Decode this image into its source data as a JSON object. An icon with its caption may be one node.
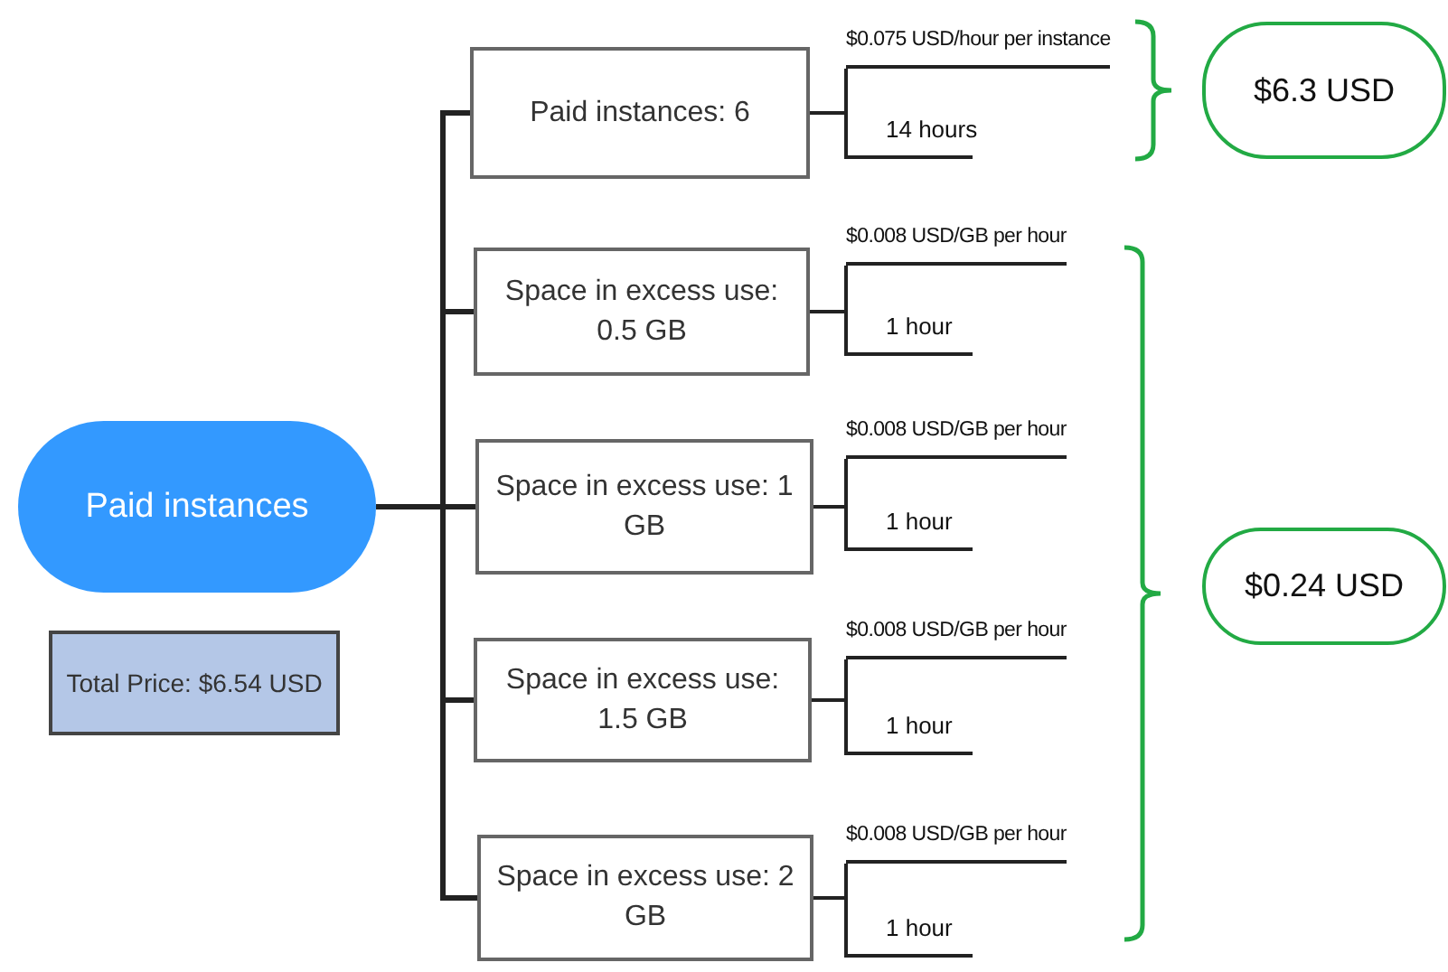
{
  "diagram": {
    "nodes": [
      {
        "text": [
          "Paid instances"
        ]
      },
      {
        "text": [
          "Total Price: $6.54 USD"
        ]
      },
      {
        "text": [
          "Paid instances: 6"
        ]
      },
      {
        "text": [
          "$0.075 USD/hour per instance"
        ]
      },
      {
        "text": [
          "14 hours"
        ]
      },
      {
        "text": [
          "$6.3 USD"
        ]
      },
      {
        "text": [
          "Space in excess use: 0.5 GB"
        ]
      },
      {
        "text": [
          "$0.008 USD/GB per hour"
        ]
      },
      {
        "text": [
          "1 hour"
        ]
      },
      {
        "text": [
          "Space in excess use: 1 GB"
        ]
      },
      {
        "text": [
          "$0.008 USD/GB per hour"
        ]
      },
      {
        "text": [
          "1 hour"
        ]
      },
      {
        "text": [
          "Space in excess use: 1.5 GB"
        ]
      },
      {
        "text": [
          "$0.008 USD/GB per hour"
        ]
      },
      {
        "text": [
          "1 hour"
        ]
      },
      {
        "text": [
          "Space in excess use: 2 GB"
        ]
      },
      {
        "text": [
          "$0.008 USD/GB per hour"
        ]
      },
      {
        "text": [
          "1 hour"
        ]
      },
      {
        "text": [
          "$0.24 USD"
        ]
      }
    ],
    "edges": [
      {
        "from": 0,
        "to": 2,
        "arrow": "none"
      },
      {
        "from": 0,
        "to": 6,
        "arrow": "none"
      },
      {
        "from": 0,
        "to": 9,
        "arrow": "none"
      },
      {
        "from": 0,
        "to": 12,
        "arrow": "none"
      },
      {
        "from": 0,
        "to": 15,
        "arrow": "none"
      },
      {
        "from": 2,
        "to": 3,
        "arrow": "none"
      },
      {
        "from": 2,
        "to": 4,
        "arrow": "none"
      },
      {
        "from": 6,
        "to": 7,
        "arrow": "none"
      },
      {
        "from": 6,
        "to": 8,
        "arrow": "none"
      },
      {
        "from": 9,
        "to": 10,
        "arrow": "none"
      },
      {
        "from": 9,
        "to": 11,
        "arrow": "none"
      },
      {
        "from": 12,
        "to": 13,
        "arrow": "none"
      },
      {
        "from": 12,
        "to": 14,
        "arrow": "none"
      },
      {
        "from": 15,
        "to": 16,
        "arrow": "none"
      },
      {
        "from": 15,
        "to": 17,
        "arrow": "none"
      }
    ]
  }
}
